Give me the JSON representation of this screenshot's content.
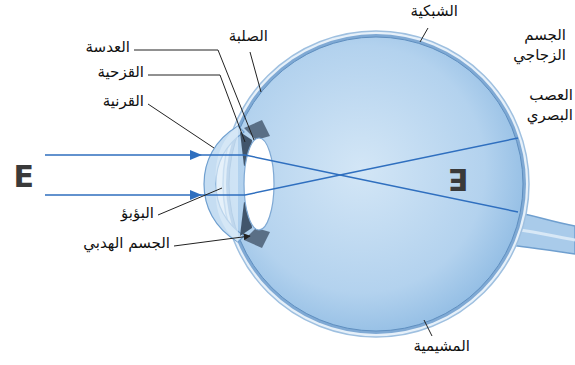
{
  "diagram": {
    "labels": [
      "الشبكية",
      "الصلبة",
      "العدسة",
      "الجسم الزجاجي",
      "القزحية",
      "القرنية",
      "العصب البصري",
      "E",
      "E",
      "البؤبؤ",
      "الجسم الهدبي",
      "المشيمية"
    ]
  }
}
